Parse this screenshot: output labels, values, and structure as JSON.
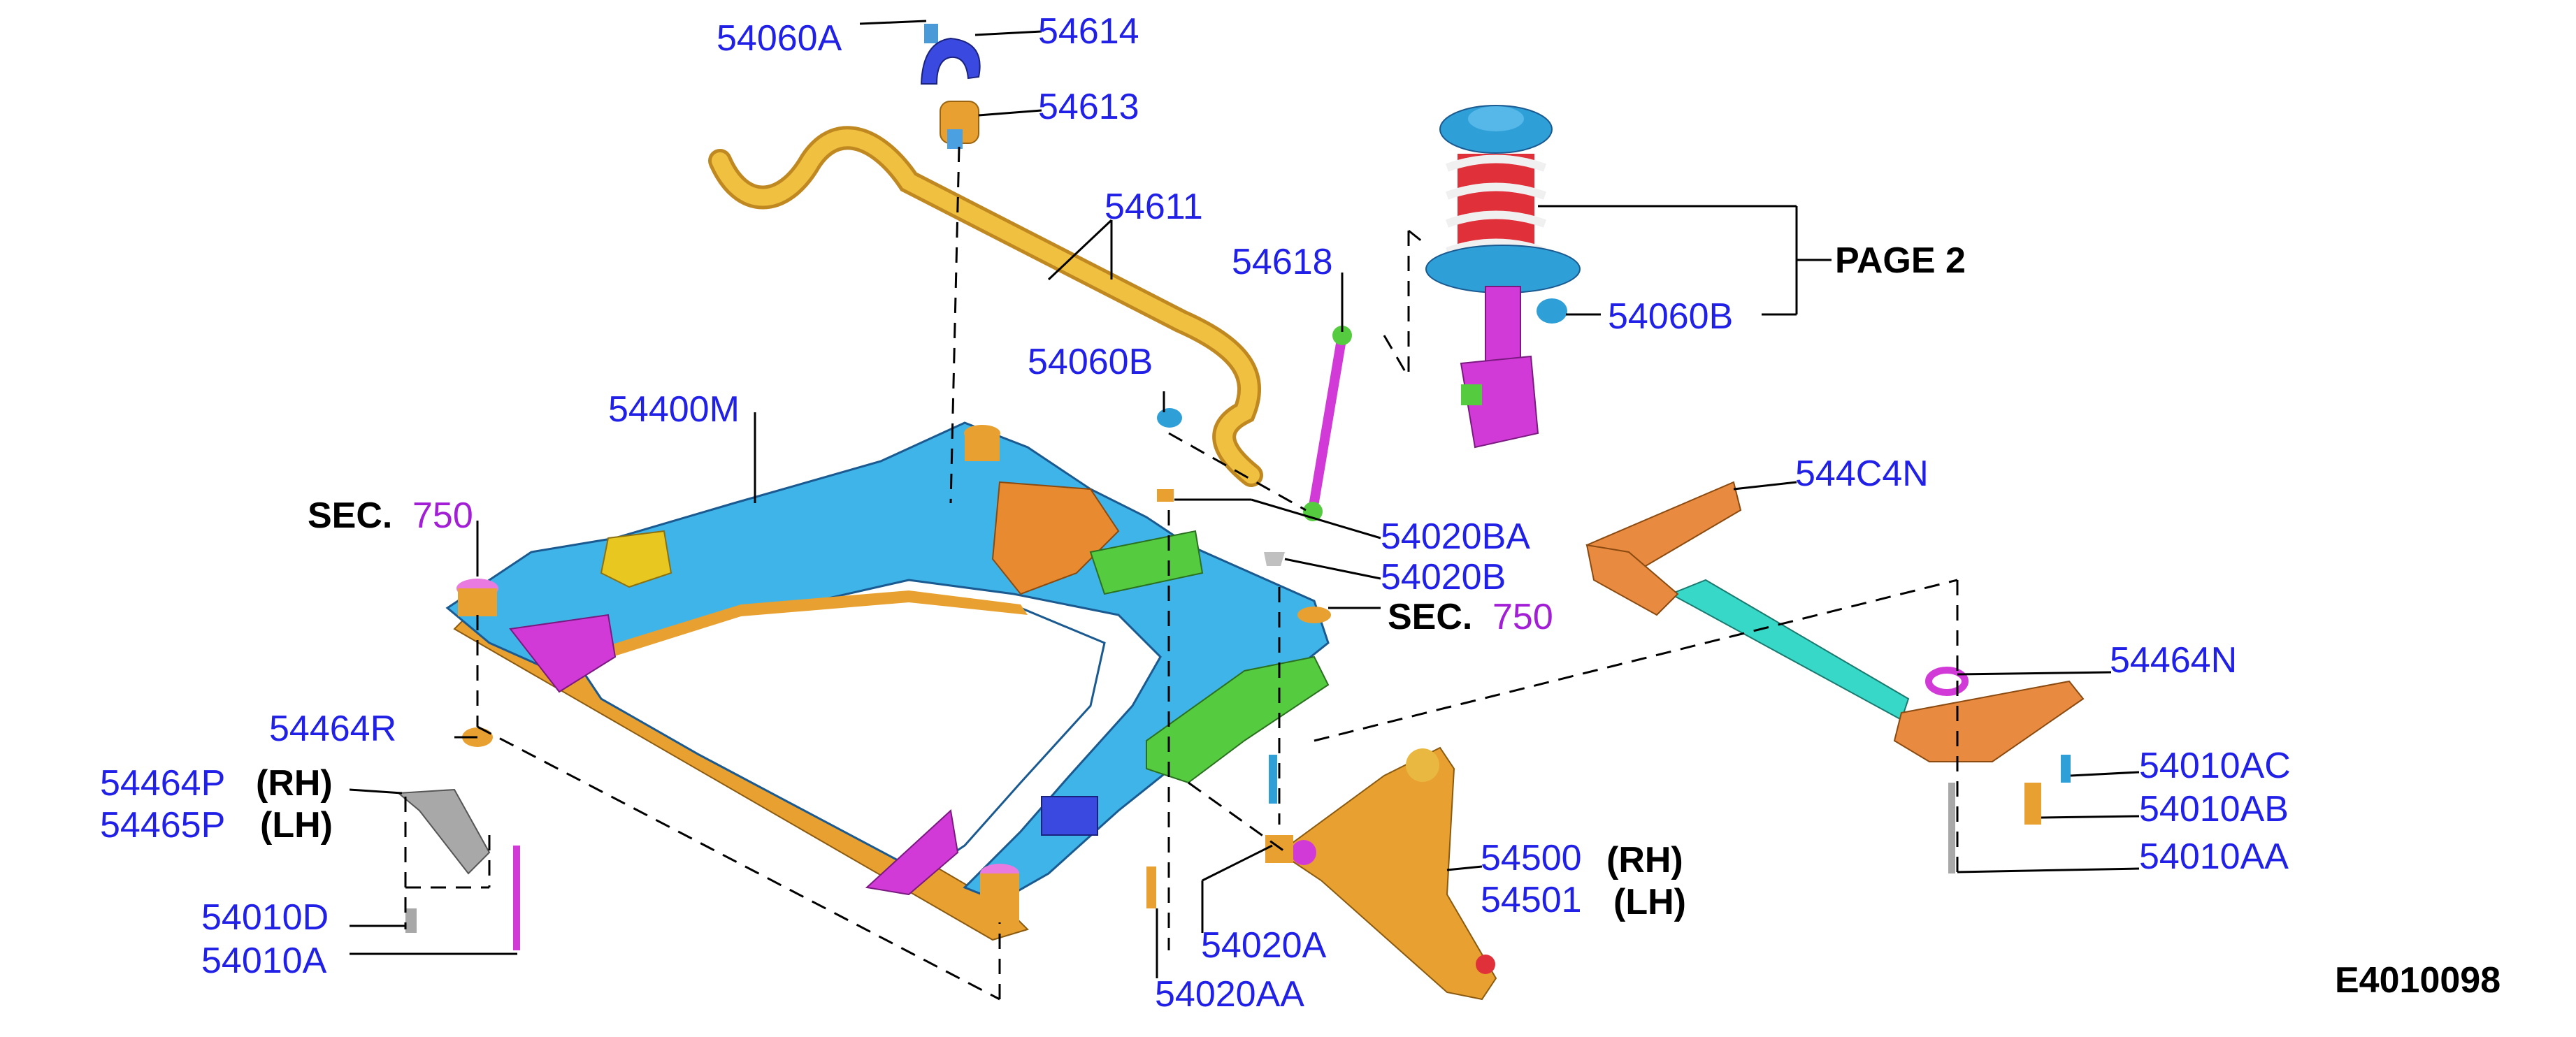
{
  "diagram": {
    "code": "E4010098",
    "page_ref": "PAGE 2",
    "sec_word": "SEC.",
    "sec_number": "750",
    "side_rh": "(RH)",
    "side_lh": "(LH)",
    "labels": {
      "p54060A": "54060A",
      "p54614": "54614",
      "p54613": "54613",
      "p54611": "54611",
      "p54618": "54618",
      "p54060B_a": "54060B",
      "p54060B_b": "54060B",
      "p54400M": "54400M",
      "p54020BA": "54020BA",
      "p54020B": "54020B",
      "p544C4N": "544C4N",
      "p54464N": "54464N",
      "p54464R": "54464R",
      "p54464P": "54464P",
      "p54465P": "54465P",
      "p54010D": "54010D",
      "p54010A": "54010A",
      "p54020A": "54020A",
      "p54020AA": "54020AA",
      "p54500": "54500",
      "p54501": "54501",
      "p54010AC": "54010AC",
      "p54010AB": "54010AB",
      "p54010AA": "54010AA"
    },
    "colors": {
      "part_number": "#2020e6",
      "section_number": "#a21fd6",
      "subframe": "#3fb4e8",
      "rail_orange": "#e8a030",
      "bracket_magenta": "#d23ad8",
      "bracket_green": "#55cc40",
      "stabilizer": "#e8b030",
      "spring": "#e0303a",
      "mount_blue": "#2f9fd8",
      "brace_teal": "#38d8c8"
    }
  }
}
